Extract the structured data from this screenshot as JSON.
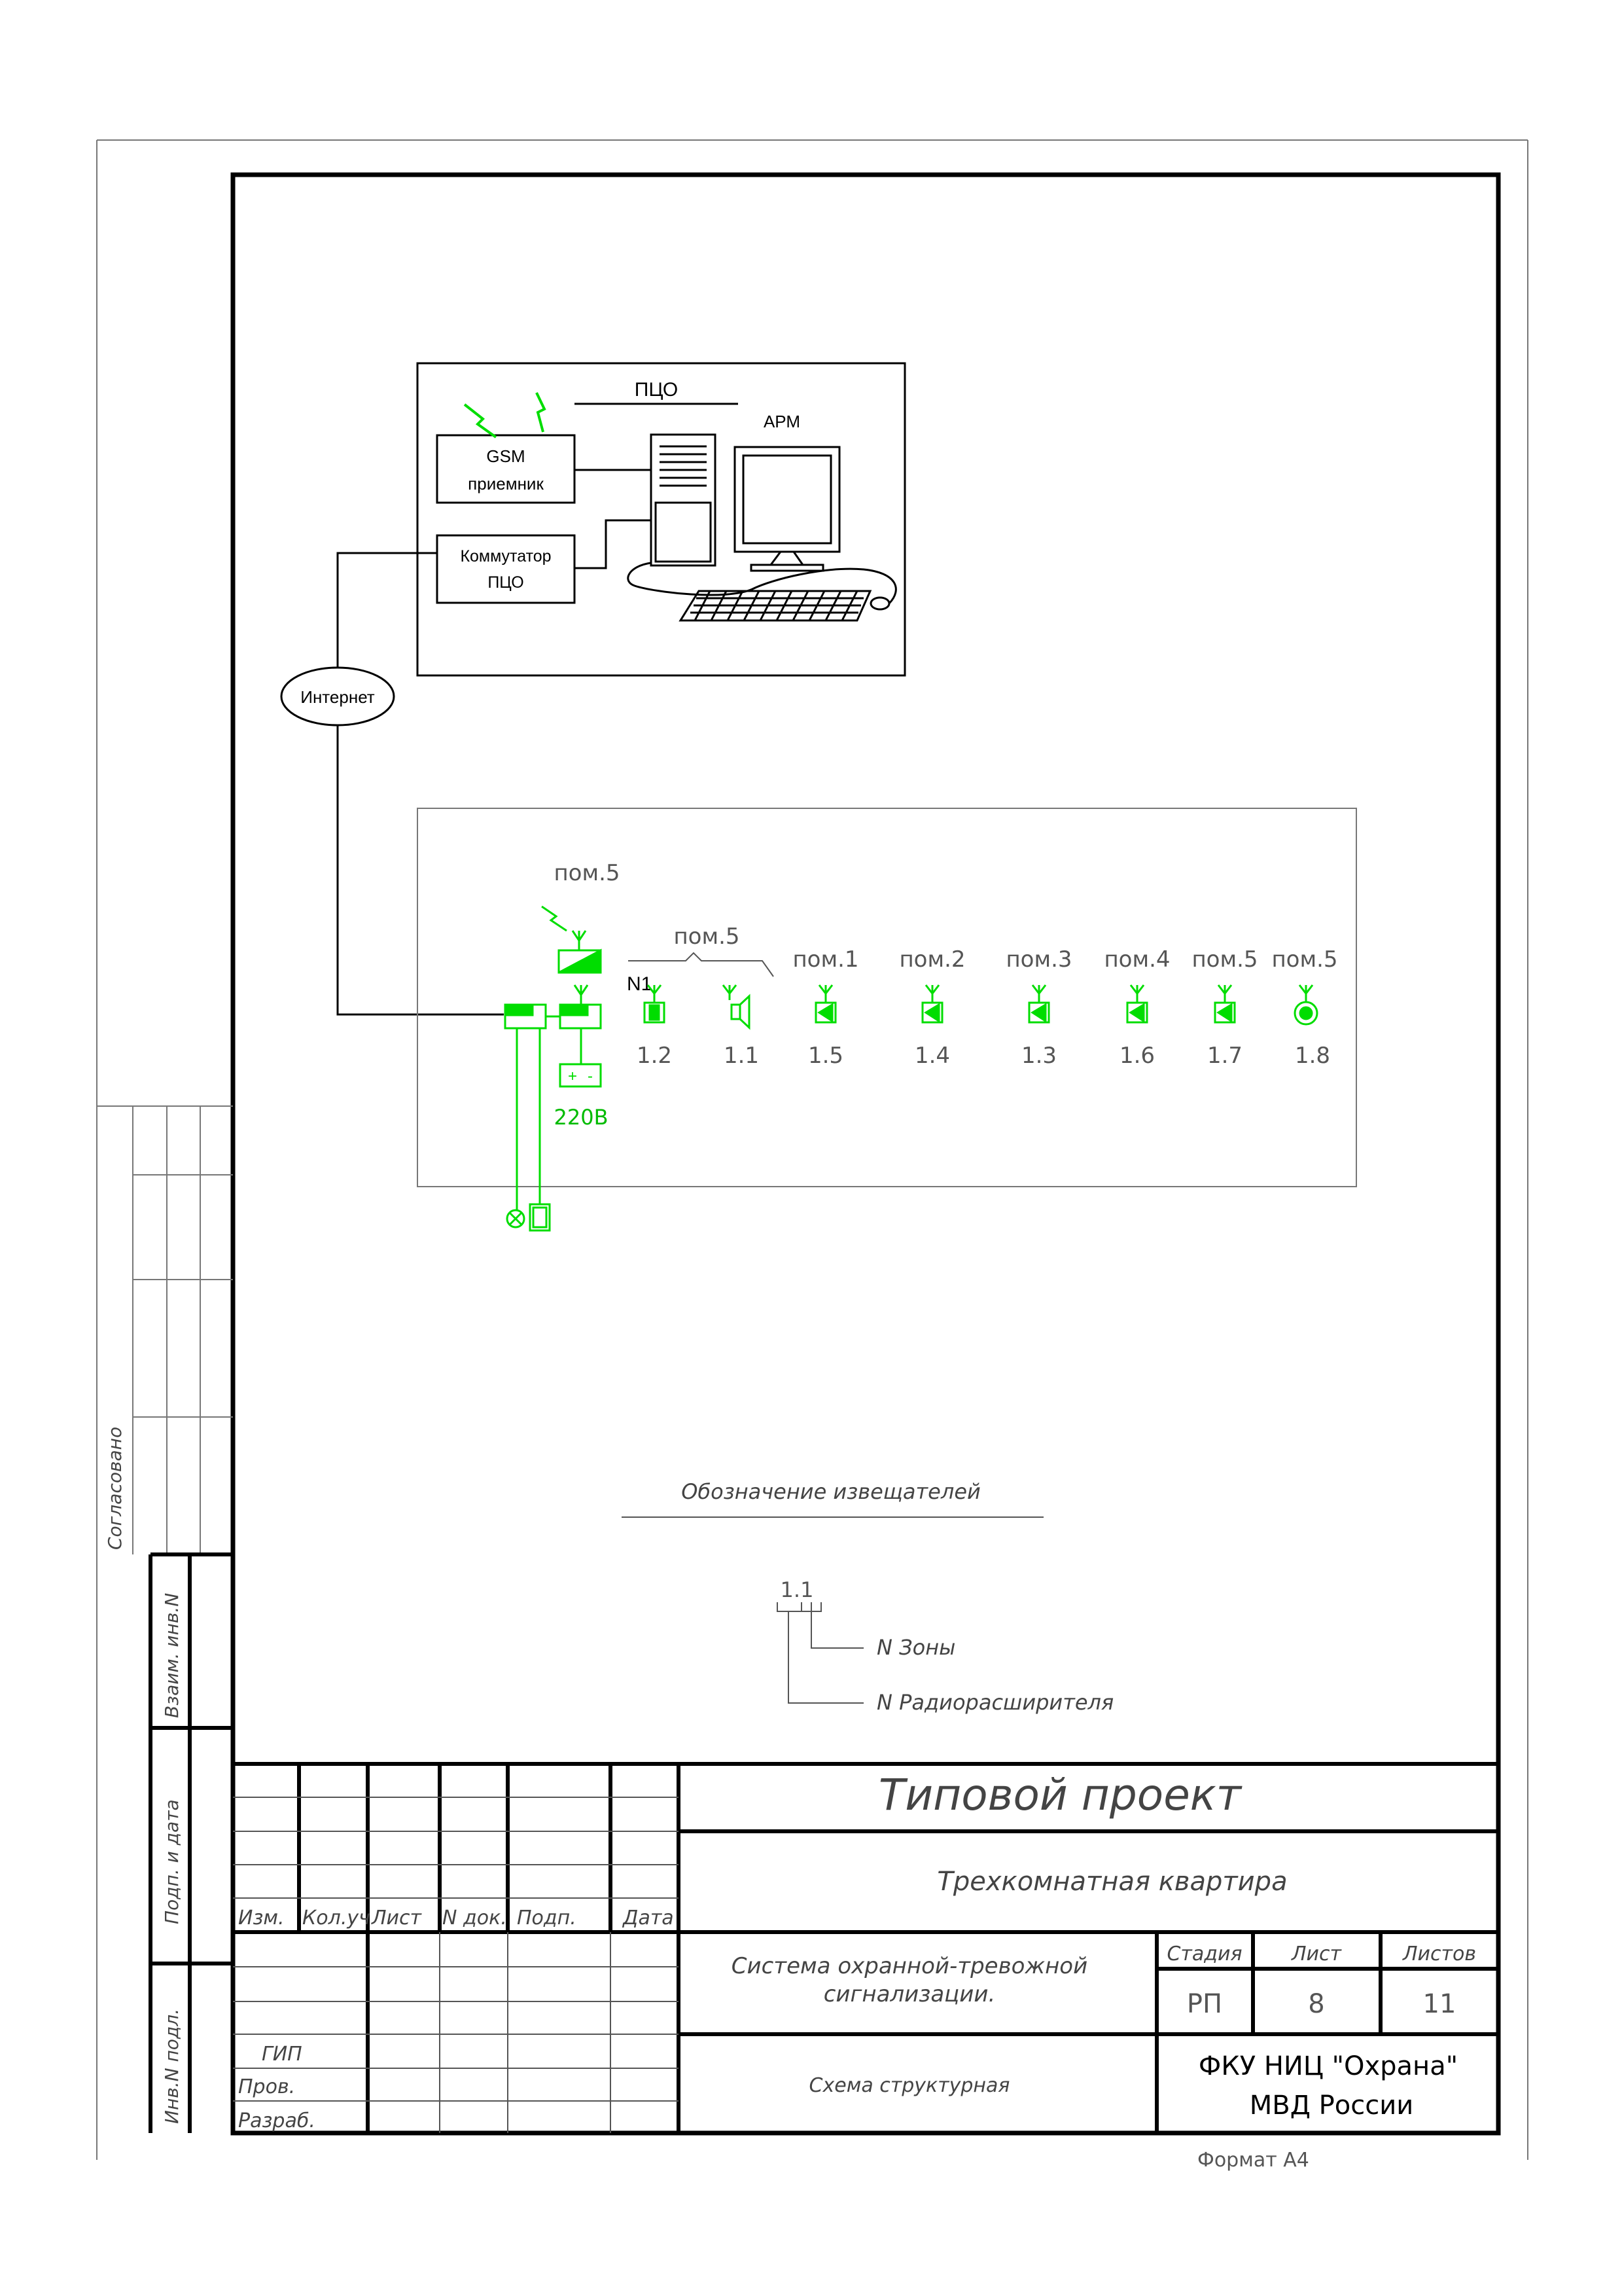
{
  "colors": {
    "ink": "#000000",
    "accent": "#00dd00",
    "frame": "#000000",
    "thin": "#555555"
  },
  "pco": {
    "title": "ПЦО",
    "gsm": [
      "GSM",
      "приемник"
    ],
    "switch": [
      "Коммутатор",
      "ПЦО"
    ],
    "arm": "АРМ"
  },
  "internet": "Интернет",
  "object": {
    "pom5_top": "пом.5",
    "pom5_siren": "пом.5",
    "n1": "N1",
    "power": "220В",
    "rooms": [
      "пом.1",
      "пом.2",
      "пом.3",
      "пом.4",
      "пом.5",
      "пом.5"
    ],
    "codes": [
      "1.2",
      "1.1",
      "1.5",
      "1.4",
      "1.3",
      "1.6",
      "1.7",
      "1.8"
    ]
  },
  "legend": {
    "title": "Обозначение извещателей",
    "example": "1.1",
    "zone": "N Зоны",
    "expander": "N Радиорасширителя"
  },
  "side_stamp": {
    "agreed": "Согласовано",
    "vzaim": "Взаим. инв.N",
    "podp": "Подп. и дата",
    "inv": "Инв.N подл."
  },
  "title_block": {
    "project": "Типовой проект",
    "object": "Трехкомнатная квартира",
    "system": [
      "Система охранной-тревожной",
      "сигнализации."
    ],
    "sheet_title": "Схема структурная",
    "org": [
      "ФКУ НИЦ \"Охрана\"",
      "МВД России"
    ],
    "cols": [
      "Изм.",
      "Кол.уч",
      "Лист",
      "N док.",
      "Подп.",
      "Дата"
    ],
    "roles": [
      "ГИП",
      "Пров.",
      "Разраб."
    ],
    "stage_label": "Стадия",
    "sheet_label": "Лист",
    "sheets_label": "Листов",
    "stage": "РП",
    "sheet": "8",
    "sheets": "11",
    "format": "Формат А4"
  }
}
